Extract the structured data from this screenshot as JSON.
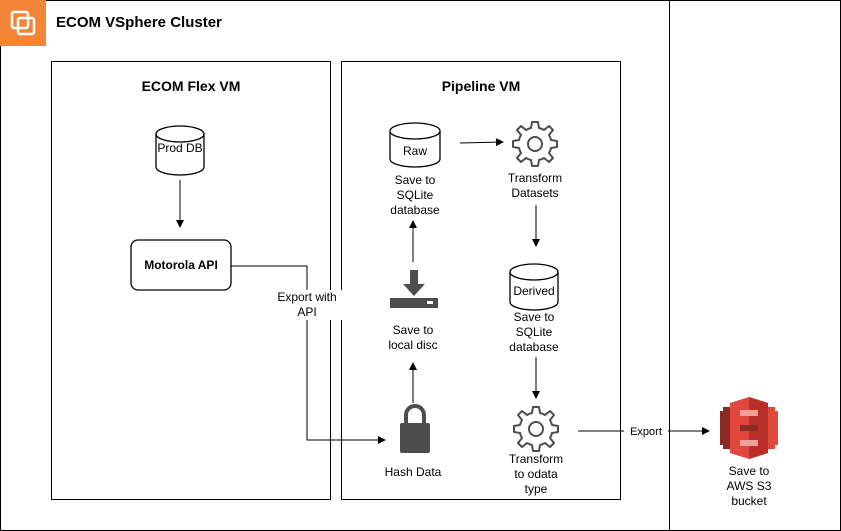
{
  "cluster": {
    "title": "ECOM VSphere Cluster",
    "brand_color": "#F58536"
  },
  "flex_vm": {
    "title": "ECOM Flex VM",
    "prod_db_label": "Prod DB",
    "api_label": "Motorola API",
    "export_label": "Export with\nAPI"
  },
  "pipeline_vm": {
    "title": "Pipeline VM",
    "raw_label": "Raw",
    "save_raw_label": "Save to\nSQLite\ndatabase",
    "transform_datasets_label": "Transform\nDatasets",
    "derived_label": "Derived",
    "save_derived_label": "Save to\nSQLite\ndatabase",
    "save_local_label": "Save to\nlocal disc",
    "hash_label": "Hash Data",
    "transform_odata_label": "Transform\nto odata\ntype"
  },
  "aws": {
    "export_label": "Export",
    "s3_label": "Save to\nAWS S3\nbucket",
    "s3_color": "#E0483E"
  },
  "colors": {
    "icon_gray": "#4D4D4D",
    "stroke": "#000000"
  }
}
